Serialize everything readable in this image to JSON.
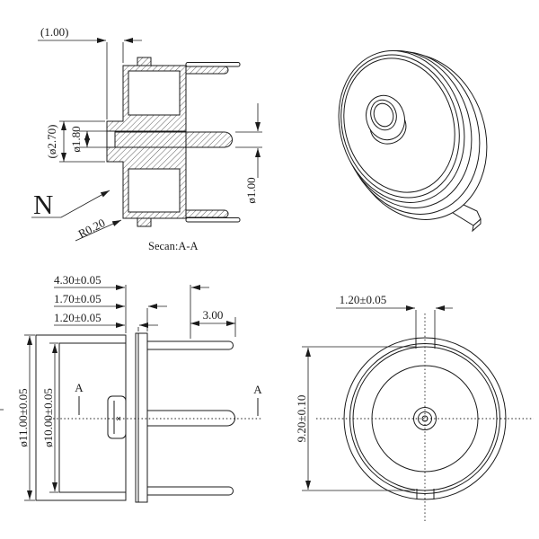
{
  "drawing": {
    "section_view": {
      "dim_nozzle_protrusion": "(1.00)",
      "dim_nozzle_od": "(ø2.70)",
      "dim_hole_id": "ø1.80",
      "dim_pin_od": "ø1.00",
      "note_letter": "N",
      "dim_corner_radius": "R0.20",
      "caption": "Secan:A-A"
    },
    "side_view": {
      "dim_total_depth": "4.30±0.05",
      "dim_flange_offset": "1.70±0.05",
      "dim_flange_thickness": "1.20±0.05",
      "dim_pin_length": "3.00",
      "dim_body_od": "ø11.00±0.05",
      "dim_inner_od": "ø10.00±0.05",
      "section_marker_left": "A",
      "section_marker_right": "A"
    },
    "front_view": {
      "dim_tab_width": "1.20±0.05",
      "dim_ring_od": "9.20±0.10"
    },
    "colors": {
      "line": "#1b1b1b",
      "background": "#ffffff"
    }
  }
}
